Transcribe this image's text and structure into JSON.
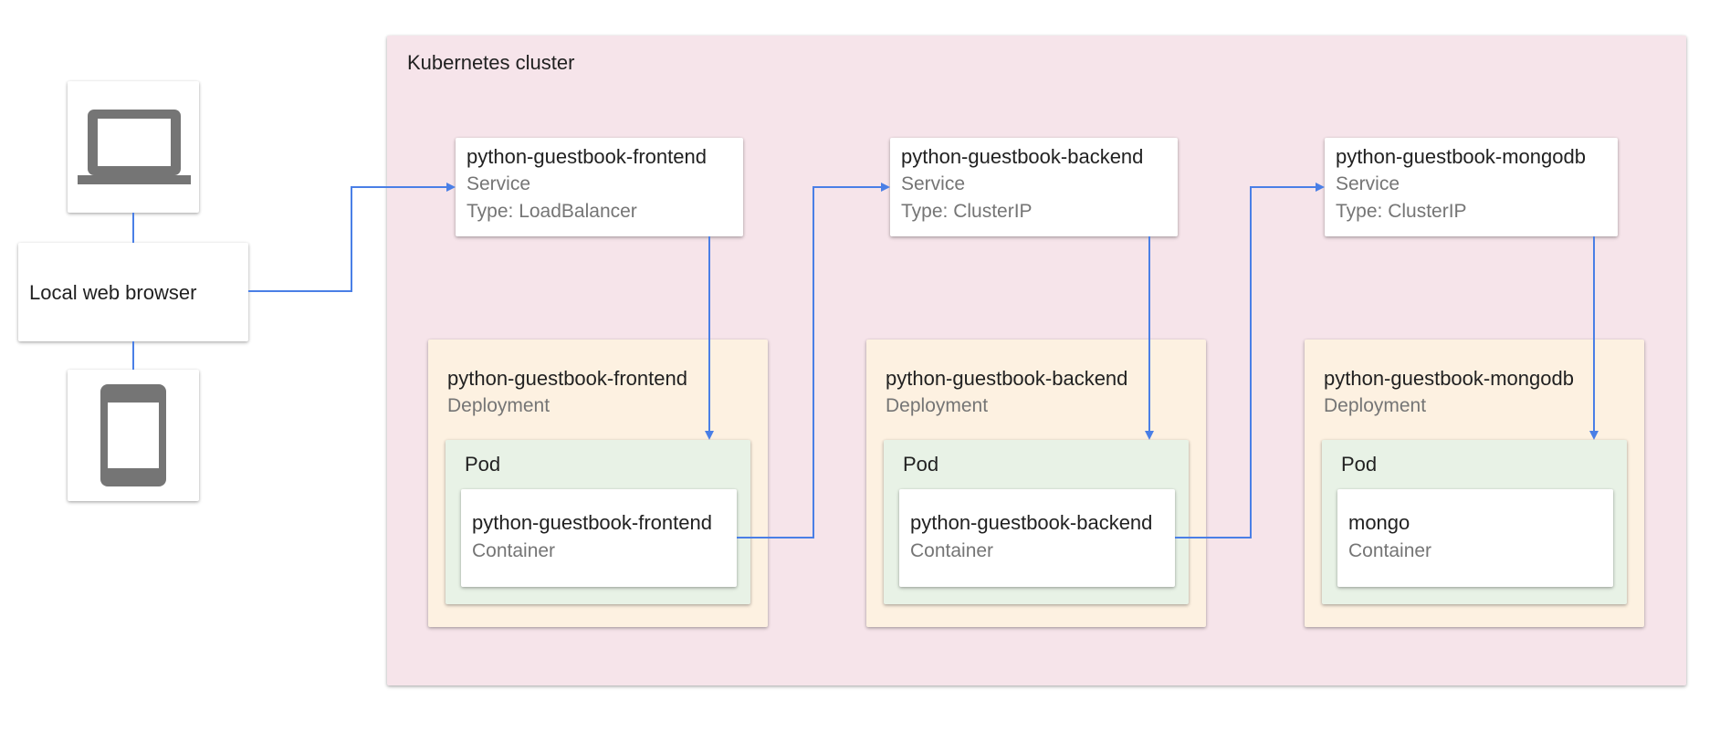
{
  "cluster": {
    "label": "Kubernetes cluster"
  },
  "client": {
    "label": "Local web browser",
    "icons": [
      "laptop-icon",
      "tablet-icon"
    ]
  },
  "services": [
    {
      "name": "python-guestbook-frontend",
      "kind": "Service",
      "type": "Type: LoadBalancer"
    },
    {
      "name": "python-guestbook-backend",
      "kind": "Service",
      "type": "Type: ClusterIP"
    },
    {
      "name": "python-guestbook-mongodb",
      "kind": "Service",
      "type": "Type: ClusterIP"
    }
  ],
  "deployments": [
    {
      "name": "python-guestbook-frontend",
      "kind": "Deployment",
      "pod_label": "Pod",
      "container": {
        "name": "python-guestbook-frontend",
        "kind": "Container"
      }
    },
    {
      "name": "python-guestbook-backend",
      "kind": "Deployment",
      "pod_label": "Pod",
      "container": {
        "name": "python-guestbook-backend",
        "kind": "Container"
      }
    },
    {
      "name": "python-guestbook-mongodb",
      "kind": "Deployment",
      "pod_label": "Pod",
      "container": {
        "name": "mongo",
        "kind": "Container"
      }
    }
  ],
  "colors": {
    "arrow": "#4a7fe6",
    "cluster_bg": "#f6e4ea",
    "deployment_bg": "#fdf1e1",
    "pod_bg": "#e8f2e6",
    "icon": "#757575"
  }
}
